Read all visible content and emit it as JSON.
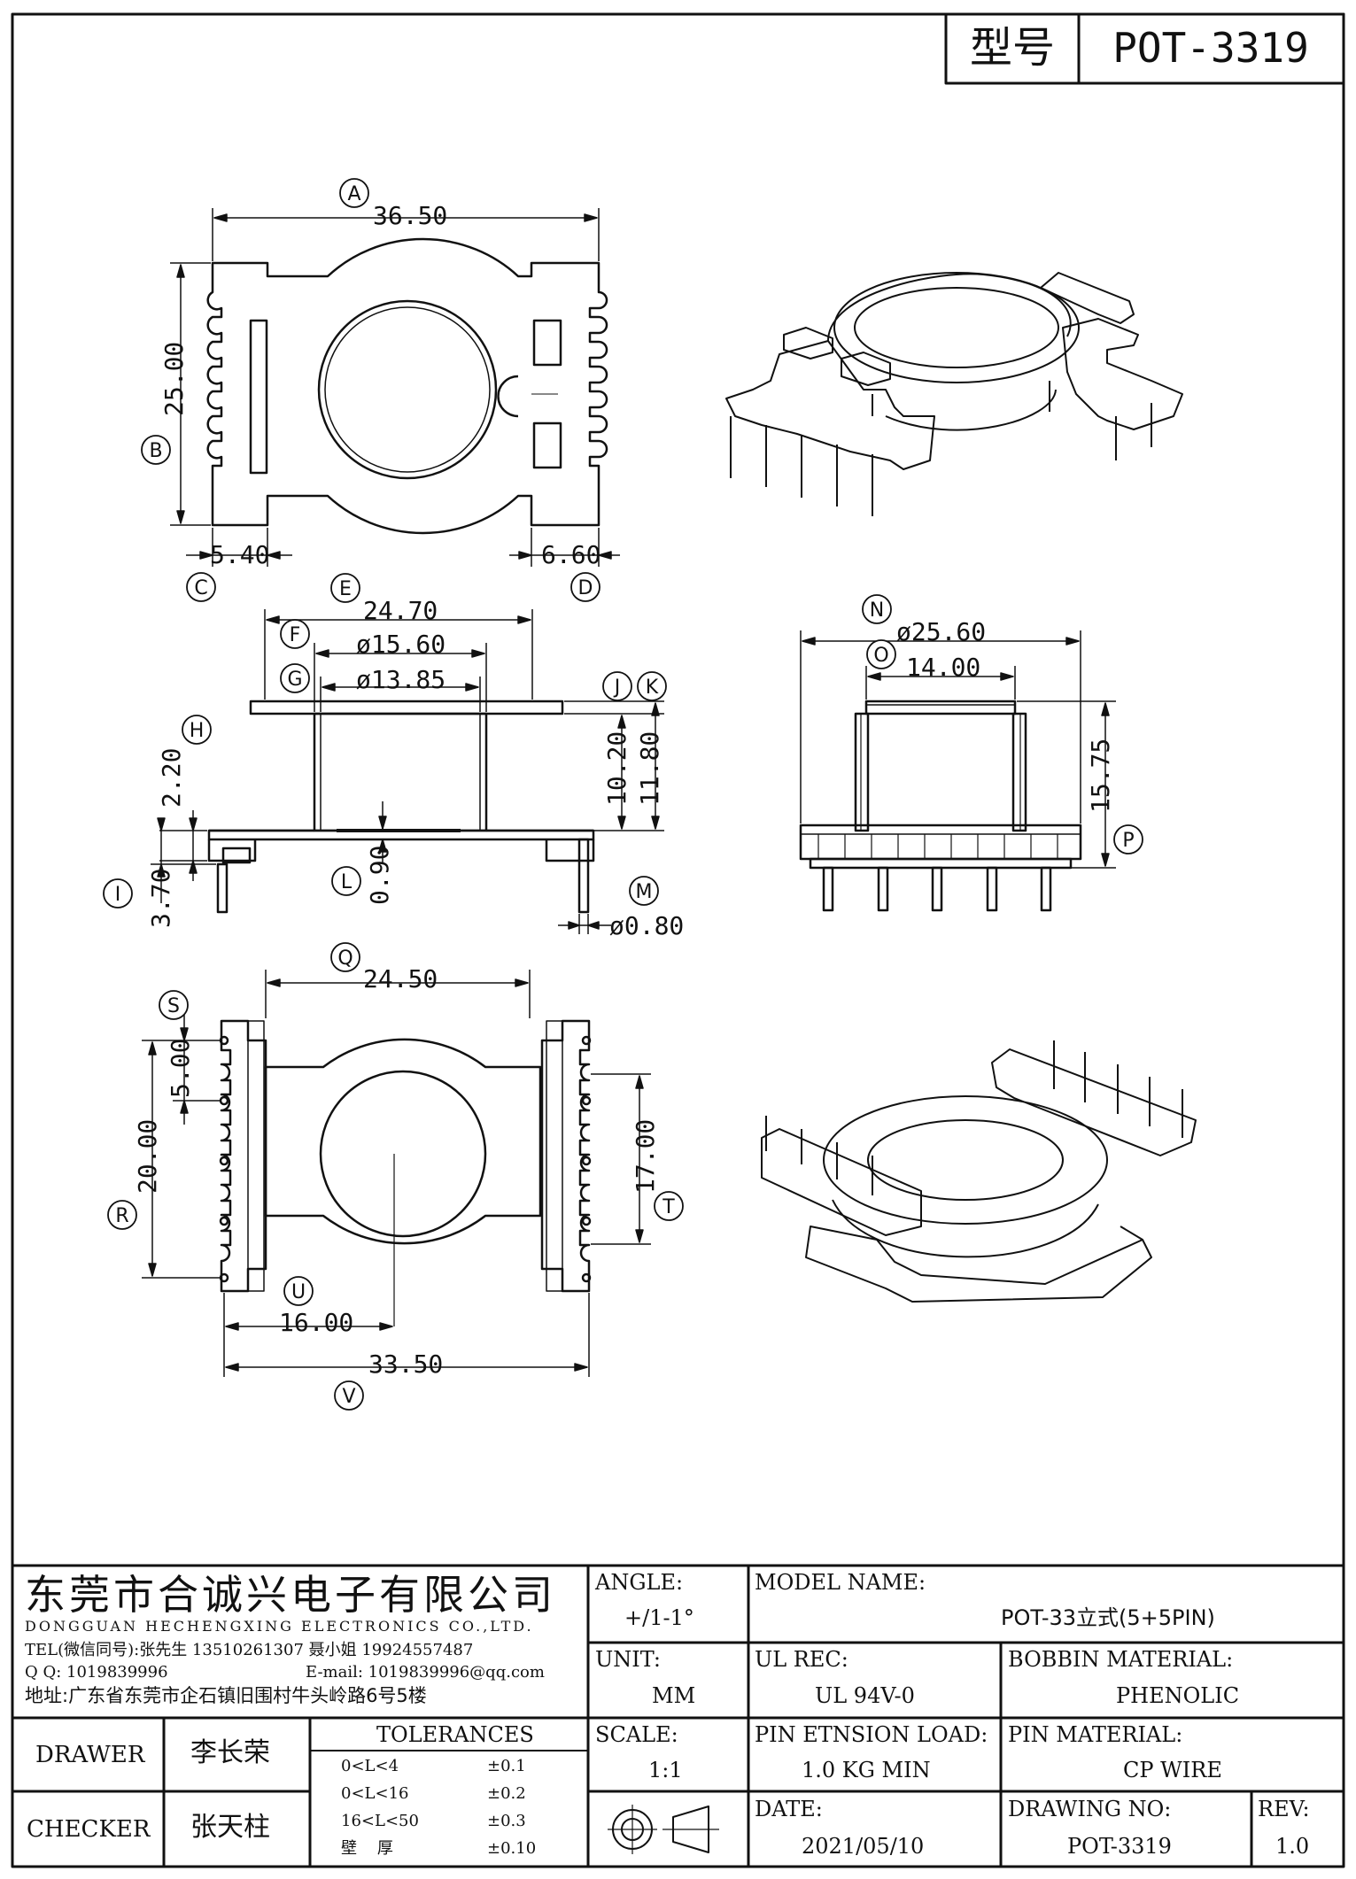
{
  "header": {
    "model_label": "型号",
    "model_value": "POT-3319"
  },
  "dims": {
    "A": "36.50",
    "B": "25.00",
    "C": "5.40",
    "D": "6.60",
    "E": "24.70",
    "F": "ø15.60",
    "G": "ø13.85",
    "H": "2.20",
    "I": "3.70",
    "J": "10.20",
    "K": "11.80",
    "L": "0.90",
    "M": "ø0.80",
    "N": "ø25.60",
    "O": "14.00",
    "P": "15.75",
    "Q": "24.50",
    "R": "20.00",
    "S": "5.00",
    "T": "17.00",
    "U": "16.00",
    "V": "33.50"
  },
  "markers": [
    "A",
    "B",
    "C",
    "D",
    "E",
    "F",
    "G",
    "H",
    "I",
    "J",
    "K",
    "L",
    "M",
    "N",
    "O",
    "P",
    "Q",
    "R",
    "S",
    "T",
    "U",
    "V"
  ],
  "company": {
    "name_cn": "东莞市合诚兴电子有限公司",
    "name_en": "DONGGUAN HECHENGXING ELECTRONICS CO.,LTD.",
    "tel": "TEL(微信同号):张先生 13510261307 聂小姐 19924557487",
    "qq": "Q Q: 1019839996",
    "email": "E-mail: 1019839996@qq.com",
    "address": "地址:广东省东莞市企石镇旧围村牛头岭路6号5楼"
  },
  "title_block": {
    "angle_label": "ANGLE:",
    "angle_value": "+/1-1°",
    "unit_label": "UNIT:",
    "unit_value": "MM",
    "scale_label": "SCALE:",
    "scale_value": "1:1",
    "model_name_label": "MODEL NAME:",
    "model_name_value": "POT-33立式(5+5PIN)",
    "ul_rec_label": "UL REC:",
    "ul_rec_value": "UL 94V-0",
    "bobbin_material_label": "BOBBIN MATERIAL:",
    "bobbin_material_value": "PHENOLIC",
    "pin_load_label": "PIN ETNSION LOAD:",
    "pin_load_value": "1.0 KG MIN",
    "pin_material_label": "PIN MATERIAL:",
    "pin_material_value": "CP WIRE",
    "date_label": "DATE:",
    "date_value": "2021/05/10",
    "drawing_no_label": "DRAWING NO:",
    "drawing_no_value": "POT-3319",
    "rev_label": "REV:",
    "rev_value": "1.0",
    "drawer_label": "DRAWER",
    "drawer_value": "李长荣",
    "checker_label": "CHECKER",
    "checker_value": "张天柱",
    "tolerances_label": "TOLERANCES",
    "tolerances": [
      {
        "range": "0<L<4",
        "value": "±0.1"
      },
      {
        "range": "0<L<16",
        "value": "±0.2"
      },
      {
        "range": "16<L<50",
        "value": "±0.3"
      },
      {
        "range": "壁    厚",
        "value": "±0.10"
      }
    ]
  }
}
